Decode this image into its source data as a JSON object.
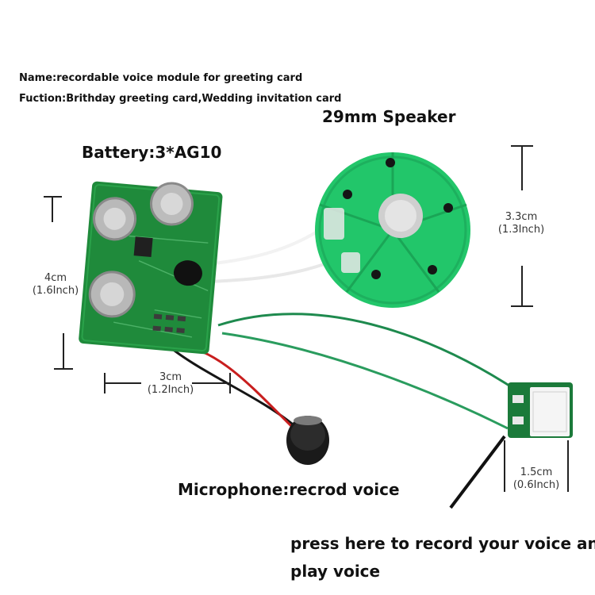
{
  "header": {
    "name_line": "Name:recordable voice module for greeting card",
    "function_line": "Fuction:Brithday greeting card,Wedding invitation card"
  },
  "labels": {
    "speaker": "29mm Speaker",
    "battery": "Battery:3*AG10",
    "microphone": "Microphone:recrod voice",
    "press_line1": "press here to record your voice and",
    "press_line2": "play voice"
  },
  "dimensions": {
    "board_height_cm": "4cm",
    "board_height_inch": "(1.6Inch)",
    "board_width_cm": "3cm",
    "board_width_inch": "(1.2Inch)",
    "speaker_cm": "3.3cm",
    "speaker_inch": "(1.3Inch)",
    "button_cm": "1.5cm",
    "button_inch": "(0.6Inch)"
  },
  "colors": {
    "pcb_green": "#1f8a3b",
    "speaker_green": "#22c66a",
    "wire_green": "#1e8a4e"
  }
}
